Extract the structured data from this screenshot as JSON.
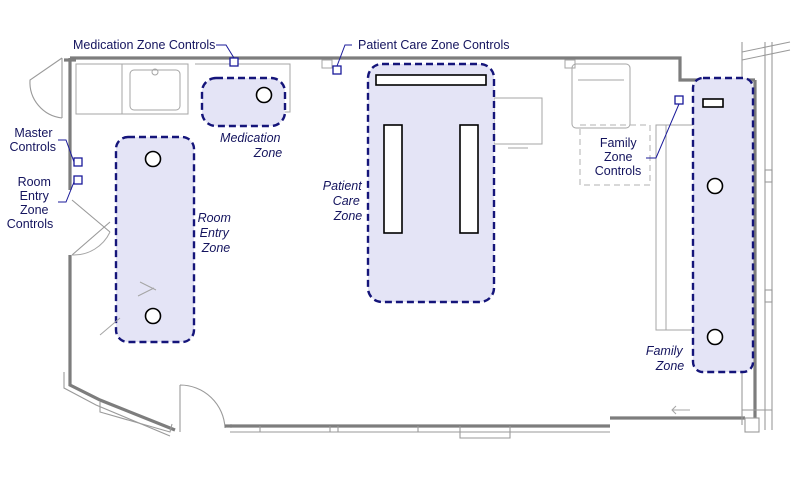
{
  "controls": {
    "medication": "Medication Zone Controls",
    "patient_care": "Patient Care Zone Controls",
    "master": [
      "Master",
      "Controls"
    ],
    "room_entry": [
      "Room",
      "Entry",
      "Zone",
      "Controls"
    ],
    "family": [
      "Family",
      "Zone",
      "Controls"
    ]
  },
  "zones": {
    "medication": [
      "Medication",
      "Zone"
    ],
    "patient_care": [
      "Patient",
      "Care",
      "Zone"
    ],
    "room_entry": [
      "Room",
      "Entry",
      "Zone"
    ],
    "family": [
      "Family",
      "Zone"
    ]
  },
  "colors": {
    "zone_fill": "#e4e4f6",
    "zone_stroke": "#15157a",
    "label": "#14145e",
    "wall": "#7d7d7d"
  }
}
